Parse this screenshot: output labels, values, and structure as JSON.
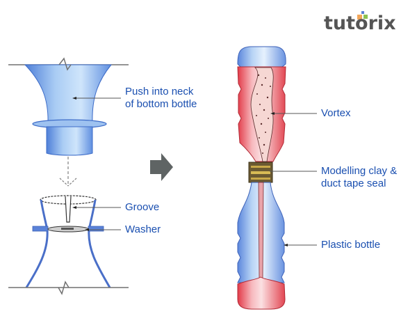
{
  "logo": {
    "text": "tutorix",
    "dot_colors": [
      "#5b7fd6",
      "#f2a65a",
      "#8cc152"
    ]
  },
  "colors": {
    "label_text": "#1a4fb0",
    "leader_line": "#555555",
    "arrow": "#5f6464",
    "bottle_blue": "#7ea8e8",
    "bottle_red": "#e8505a"
  },
  "left_diagram": {
    "top_part": {
      "label_line1": "Push into neck",
      "label_line2": "of bottom bottle"
    },
    "bottom_part": {
      "groove_label": "Groove",
      "washer_label": "Washer"
    }
  },
  "right_diagram": {
    "vortex_label": "Vortex",
    "seal_label_line1": "Modelling clay &",
    "seal_label_line2": "duct tape seal",
    "bottle_label": "Plastic bottle"
  }
}
